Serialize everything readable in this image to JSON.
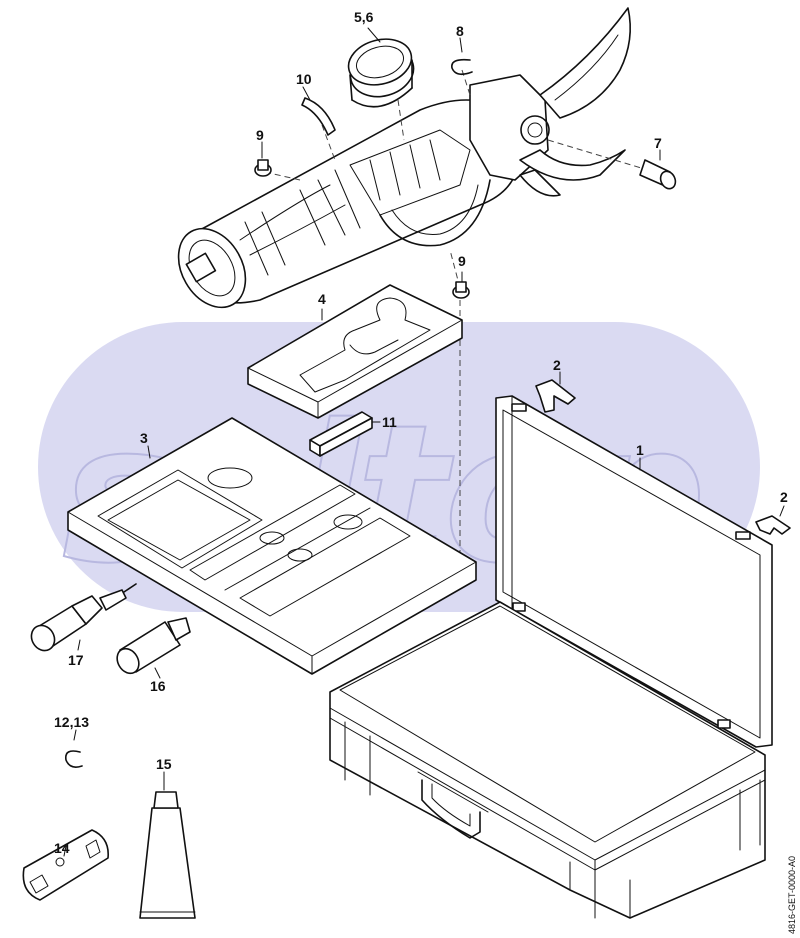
{
  "diagram": {
    "labels": {
      "part_1": "1",
      "part_2_top": "2",
      "part_2_right": "2",
      "part_3": "3",
      "part_4": "4",
      "part_5_6": "5,6",
      "part_7": "7",
      "part_8": "8",
      "part_9_left": "9",
      "part_9_right": "9",
      "part_10": "10",
      "part_11": "11",
      "part_12_13": "12,13",
      "part_14": "14",
      "part_15": "15",
      "part_16": "16",
      "part_17": "17"
    },
    "drawing_code": "4816-GET-0000-A0",
    "watermark_text": "seltop",
    "watermark_color": "#d4d4f0"
  }
}
